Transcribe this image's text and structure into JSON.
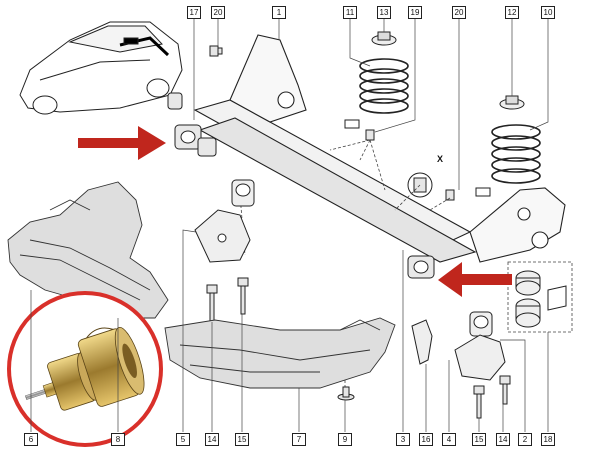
{
  "callouts": {
    "c17": "17",
    "c20a": "20",
    "c1": "1",
    "c11": "11",
    "c13": "13",
    "c19": "19",
    "c20b": "20",
    "c12": "12",
    "c10": "10",
    "c6": "6",
    "c8": "8",
    "c5": "5",
    "c14a": "14",
    "c15a": "15",
    "c7": "7",
    "c9": "9",
    "c3": "3",
    "c16": "16",
    "c4": "4",
    "c15b": "15",
    "c14b": "14",
    "c2": "2",
    "c18": "18"
  },
  "x_label": "X",
  "colors": {
    "arrow": "#c0261d",
    "ring": "#d9302a",
    "line": "#222222",
    "part_fill": "#e9e9e9",
    "panel_fill": "#dcdcdc",
    "tool_gold": "#b89545"
  }
}
